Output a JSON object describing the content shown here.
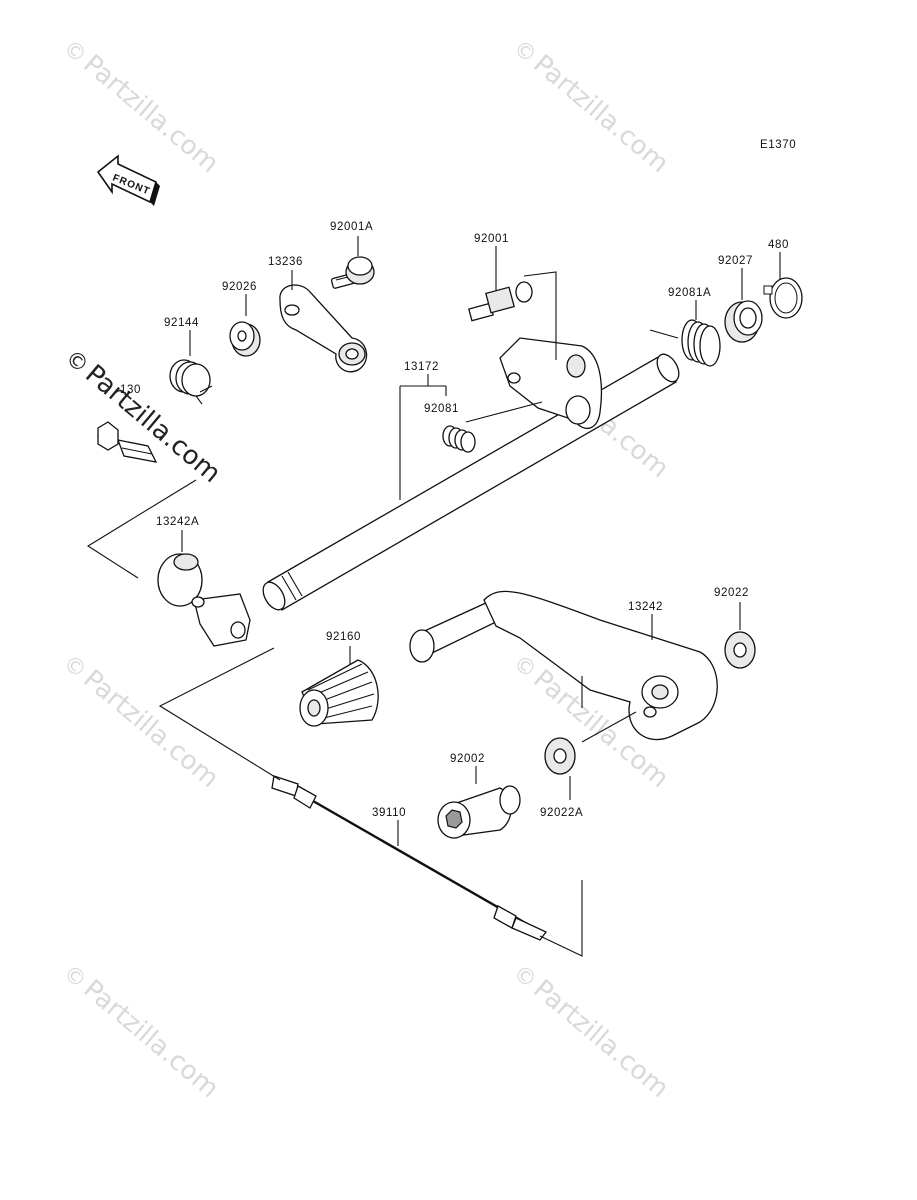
{
  "diagram_code": "E1370",
  "front_label": "FRONT",
  "watermark": {
    "text": "Partzilla.com",
    "symbol": "©"
  },
  "callouts": {
    "p92001A": "92001A",
    "p13236": "13236",
    "p92026": "92026",
    "p92144": "92144",
    "p130": "130",
    "p92001": "92001",
    "p13172": "13172",
    "p92081": "92081",
    "p480": "480",
    "p92027": "92027",
    "p92081A": "92081A",
    "p13242A": "13242A",
    "p92160": "92160",
    "p13242": "13242",
    "p92022": "92022",
    "p92002": "92002",
    "p92022A": "92022A",
    "p39110": "39110"
  }
}
